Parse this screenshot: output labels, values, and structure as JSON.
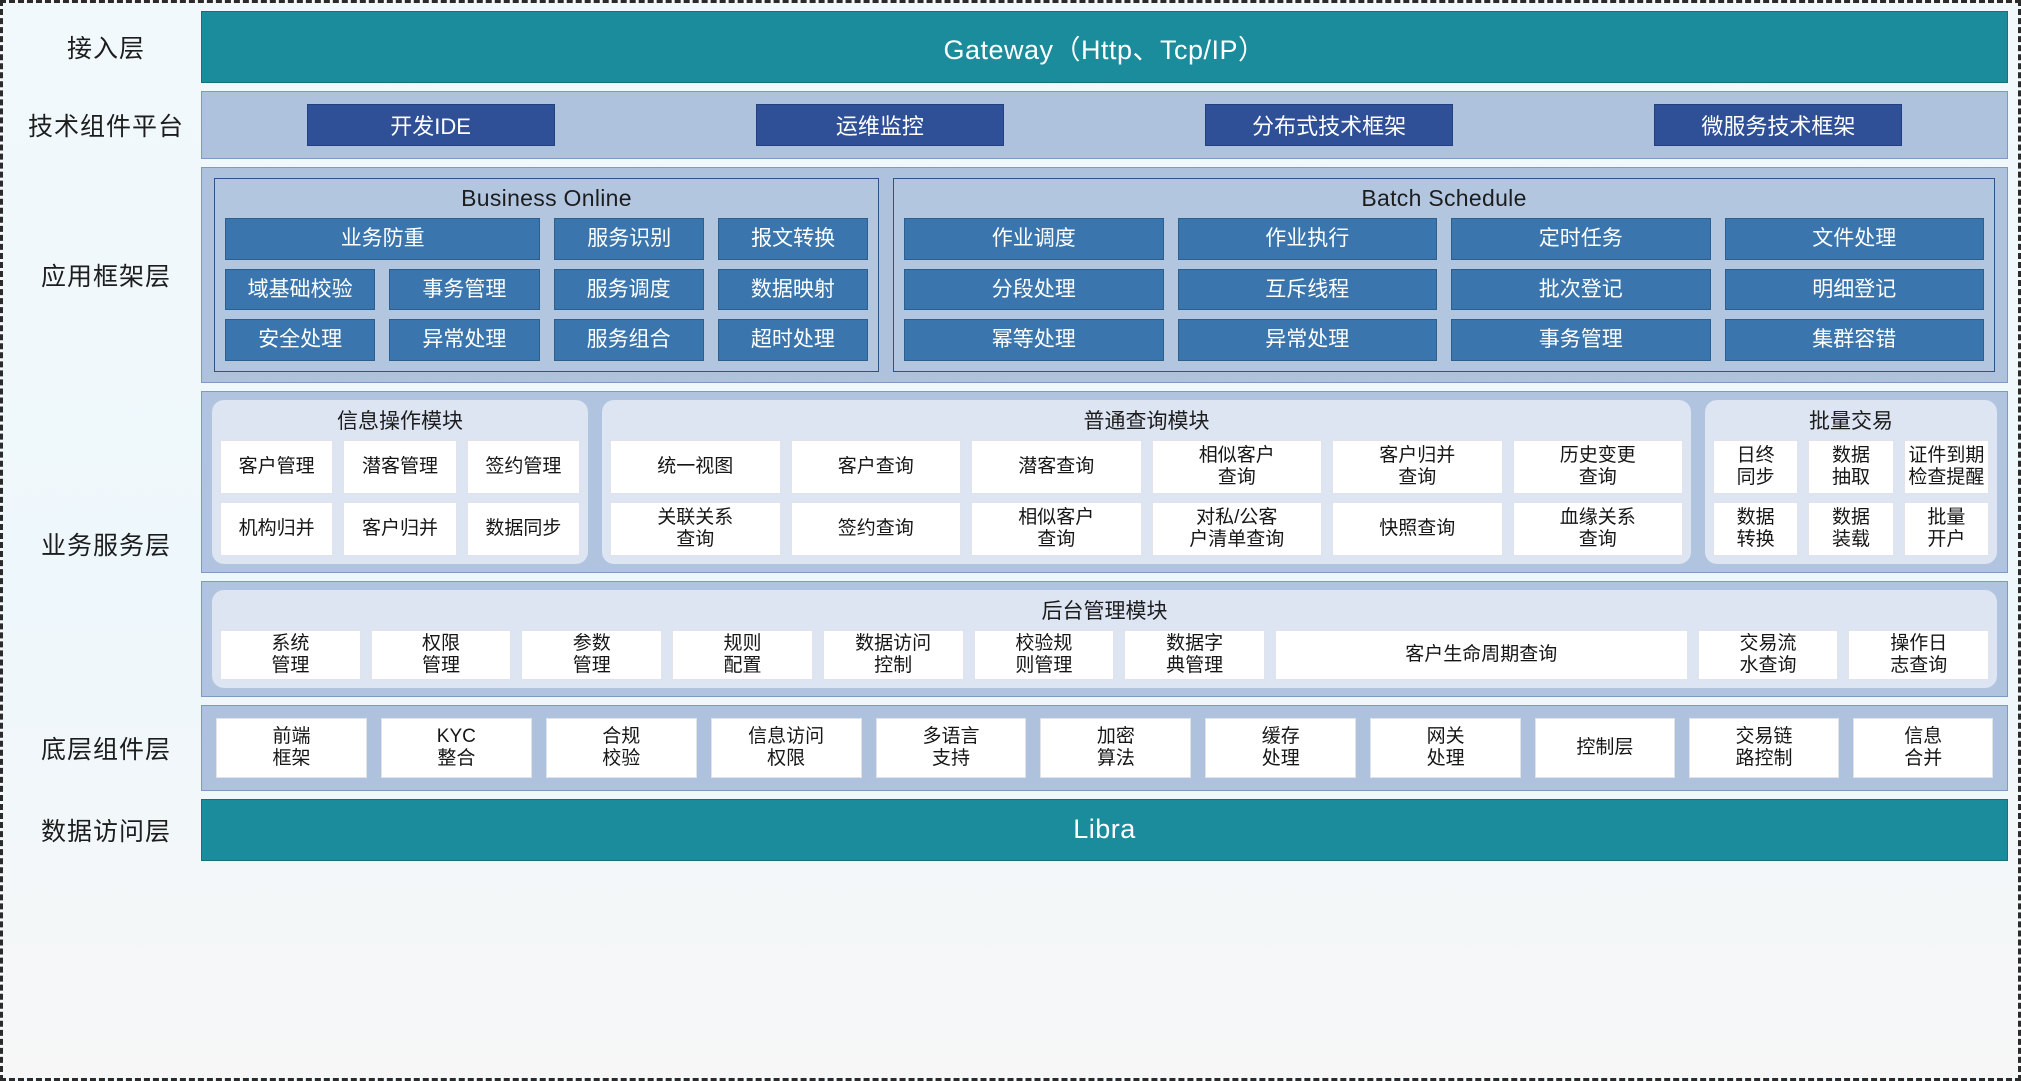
{
  "layers": [
    {
      "label": "接入层"
    },
    {
      "label": "技术组件平台"
    },
    {
      "label": "应用框架层"
    },
    {
      "label": "业务服务层"
    },
    {
      "label": "底层组件层"
    },
    {
      "label": "数据访问层"
    }
  ],
  "gateway": {
    "title": "Gateway（Http、Tcp/IP）"
  },
  "tech_platform": {
    "items": [
      "开发IDE",
      "运维监控",
      "分布式技术框架",
      "微服务技术框架"
    ]
  },
  "app_framework": {
    "online": {
      "title": "Business Online",
      "rows": [
        [
          "业务防重",
          "服务识别",
          "报文转换"
        ],
        [
          "域基础校验",
          "事务管理",
          "服务调度",
          "数据映射"
        ],
        [
          "安全处理",
          "异常处理",
          "服务组合",
          "超时处理"
        ]
      ]
    },
    "batch": {
      "title": "Batch Schedule",
      "rows": [
        [
          "作业调度",
          "作业执行",
          "定时任务",
          "文件处理"
        ],
        [
          "分段处理",
          "互斥线程",
          "批次登记",
          "明细登记"
        ],
        [
          "幂等处理",
          "异常处理",
          "事务管理",
          "集群容错"
        ]
      ]
    }
  },
  "business_service": {
    "info_module": {
      "title": "信息操作模块",
      "rows": [
        [
          "客户管理",
          "潜客管理",
          "签约管理"
        ],
        [
          "机构归并",
          "客户归并",
          "数据同步"
        ]
      ]
    },
    "query_module": {
      "title": "普通查询模块",
      "rows": [
        [
          "统一视图",
          "客户查询",
          "潜客查询",
          "相似客户\n查询",
          "客户归并\n查询",
          "历史变更\n查询"
        ],
        [
          "关联关系\n查询",
          "签约查询",
          "相似客户\n查询",
          "对私/公客\n户清单查询",
          "快照查询",
          "血缘关系\n查询"
        ]
      ]
    },
    "bulk_module": {
      "title": "批量交易",
      "rows": [
        [
          "日终\n同步",
          "数据\n抽取",
          "证件到期\n检查提醒"
        ],
        [
          "数据\n转换",
          "数据\n装载",
          "批量\n开户"
        ]
      ]
    },
    "admin_module": {
      "title": "后台管理模块",
      "items": [
        "系统\n管理",
        "权限\n管理",
        "参数\n管理",
        "规则\n配置",
        "数据访问\n控制",
        "校验规\n则管理",
        "数据字\n典管理",
        "客户生命周期查询",
        "交易流\n水查询",
        "操作日\n志查询"
      ]
    }
  },
  "base_components": {
    "items": [
      "前端\n框架",
      "KYC\n整合",
      "合规\n校验",
      "信息访问\n权限",
      "多语言\n支持",
      "加密\n算法",
      "缓存\n处理",
      "网关\n处理",
      "控制层",
      "交易链\n路控制",
      "信息\n合并"
    ]
  },
  "data_access": {
    "title": "Libra"
  },
  "colors": {
    "teal": "#1b8c9b",
    "panel_blue": "#aec2de",
    "tech_box": "#2f4f96",
    "cell_blue": "#3a76ad",
    "card_light": "#dde4f2",
    "white_box": "#ffffff"
  }
}
